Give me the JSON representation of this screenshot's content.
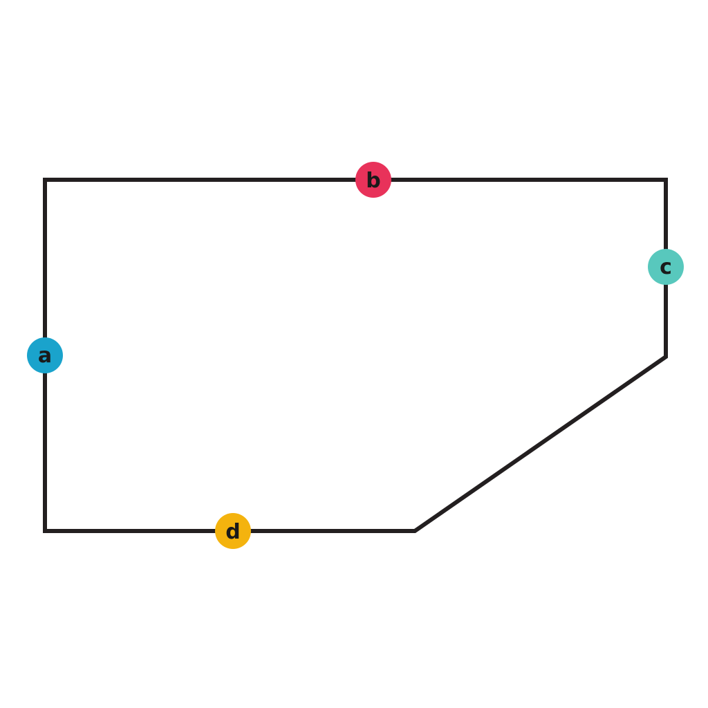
{
  "diagram": {
    "shape": "pentagon-outline",
    "line_color": "#231f20",
    "labels": [
      {
        "id": "a",
        "text": "a",
        "color": "#1aa3cc"
      },
      {
        "id": "b",
        "text": "b",
        "color": "#e8325a"
      },
      {
        "id": "c",
        "text": "c",
        "color": "#58c8bd"
      },
      {
        "id": "d",
        "text": "d",
        "color": "#f4b30e"
      }
    ]
  }
}
